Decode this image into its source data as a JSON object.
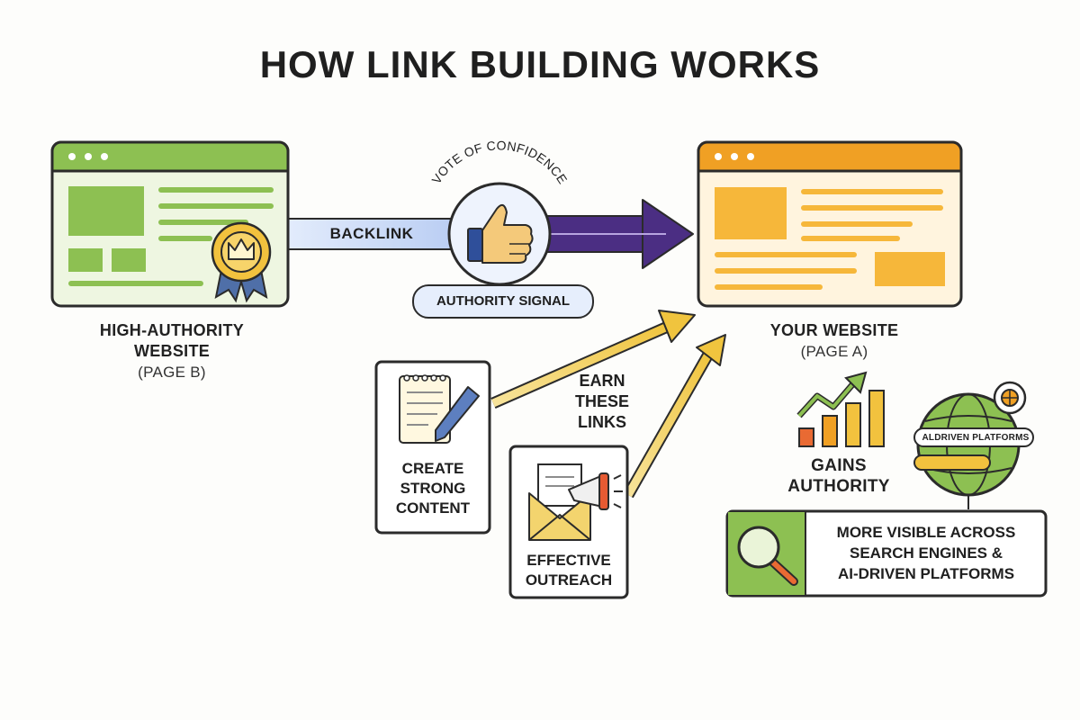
{
  "title": "HOW LINK BUILDING WORKS",
  "source_site": {
    "name_line1": "HIGH-AUTHORITY",
    "name_line2": "WEBSITE",
    "page": "(PAGE B)"
  },
  "target_site": {
    "name": "YOUR WEBSITE",
    "page": "(PAGE A)"
  },
  "backlink": {
    "label": "BACKLINK",
    "arc_label": "VOTE OF CONFIDENCE",
    "signal": "AUTHORITY SIGNAL"
  },
  "earn": {
    "line1": "EARN",
    "line2": "THESE",
    "line3": "LINKS"
  },
  "content_card": {
    "line1": "CREATE",
    "line2": "STRONG",
    "line3": "CONTENT"
  },
  "outreach_card": {
    "line1": "EFFECTIVE",
    "line2": "OUTREACH"
  },
  "gains": {
    "line1": "GAINS",
    "line2": "AUTHORITY"
  },
  "platforms_badge": "ALDRIVEN PLATFORMS",
  "visibility": {
    "line1": "MORE VISIBLE ACROSS",
    "line2": "SEARCH ENGINES &",
    "line3": "AI-DRIVEN PLATFORMS"
  },
  "colors": {
    "green": "#8dc052",
    "green_light": "#eef6e1",
    "orange": "#f0a024",
    "orange_light": "#fff4de",
    "purple": "#4b2e83",
    "gold": "#f2cf5a",
    "blue_light": "#dde8fb"
  }
}
